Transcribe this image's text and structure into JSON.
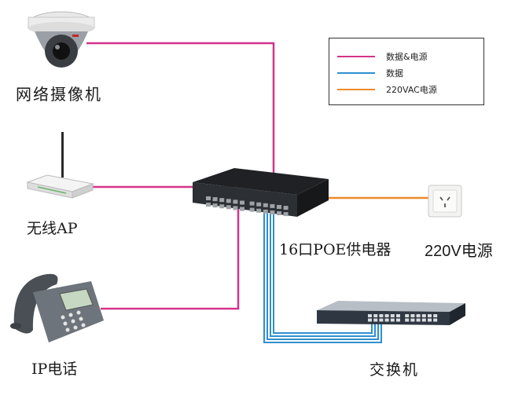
{
  "colors": {
    "data_power": "#d6338a",
    "data": "#2f8fd0",
    "ac_power": "#ee8a2a"
  },
  "devices": {
    "camera": {
      "label": "网络摄像机",
      "icon": "dome-camera-icon"
    },
    "ap": {
      "label": "无线AP",
      "icon": "wireless-router-icon"
    },
    "phone": {
      "label": "IP电话",
      "icon": "ip-phone-icon"
    },
    "poe": {
      "label": "16口POE供电器",
      "icon": "poe-switch-icon"
    },
    "switch": {
      "label": "交换机",
      "icon": "network-switch-icon"
    },
    "power": {
      "label": "220V电源",
      "icon": "wall-socket-icon"
    }
  },
  "legend": [
    {
      "label": "数据&电源",
      "color": "#d6338a"
    },
    {
      "label": "数据",
      "color": "#2f8fd0"
    },
    {
      "label": "220VAC电源",
      "color": "#ee8a2a"
    }
  ]
}
